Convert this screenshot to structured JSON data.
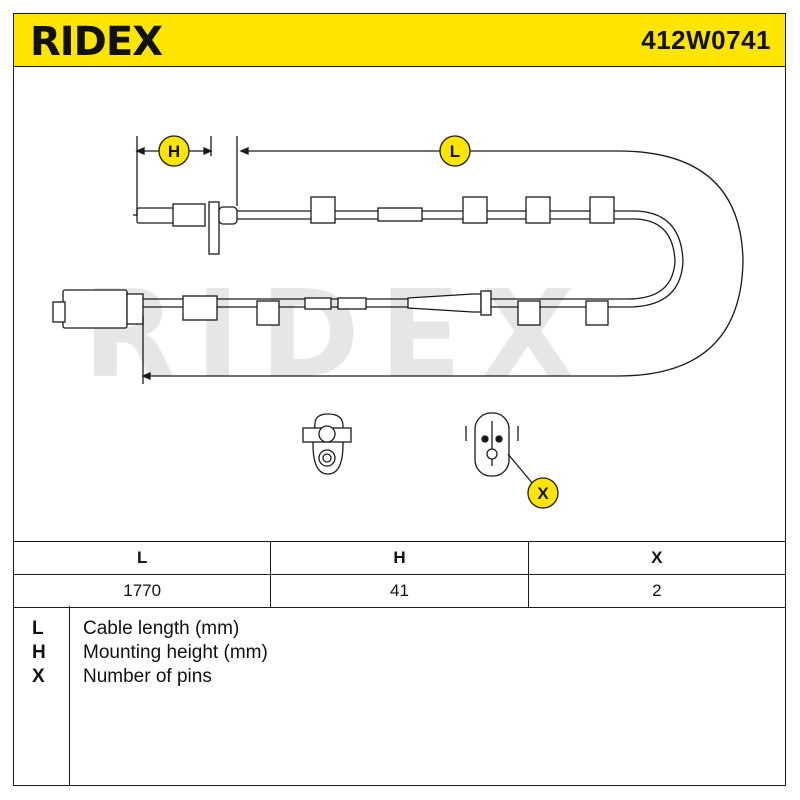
{
  "header": {
    "brand": "RIDEX",
    "part_number": "412W0741"
  },
  "drawing": {
    "watermark": "RIDEX",
    "markers": {
      "h": "H",
      "l": "L",
      "x": "X"
    }
  },
  "spec_table": {
    "headers": [
      "L",
      "H",
      "X"
    ],
    "values": [
      "1770",
      "41",
      "2"
    ]
  },
  "legend": [
    {
      "key": "L",
      "desc": "Cable length (mm)"
    },
    {
      "key": "H",
      "desc": "Mounting height (mm)"
    },
    {
      "key": "X",
      "desc": "Number of pins"
    }
  ],
  "colors": {
    "header_yellow": "#fde500",
    "line": "#1a1a1a",
    "watermark": "#e6e6e6"
  }
}
